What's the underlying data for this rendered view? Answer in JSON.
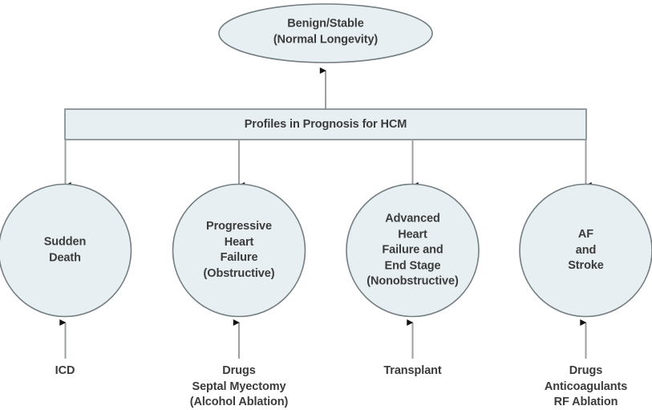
{
  "diagram": {
    "title_node": {
      "name": "benign-stable-ellipse",
      "lines": [
        "Benign/Stable",
        "(Normal Longevity)"
      ],
      "text": "Benign/Stable\n(Normal Longevity)"
    },
    "bar": {
      "name": "profiles-bar",
      "label": "Profiles in Prognosis for HCM"
    },
    "outcomes": [
      {
        "id": "sudden-death",
        "label": "Sudden\nDeath",
        "treatment": "ICD"
      },
      {
        "id": "progressive-heart-failure-obstructive",
        "label": "Progressive\nHeart\nFailure\n(Obstructive)",
        "treatment": "Drugs\nSeptal Myectomy\n(Alcohol Ablation)"
      },
      {
        "id": "advanced-heart-failure-end-stage-nonobstructive",
        "label": "Advanced\nHeart\nFailure and\nEnd Stage\n(Nonobstructive)",
        "treatment": "Transplant"
      },
      {
        "id": "af-and-stroke",
        "label": "AF\nand\nStroke",
        "treatment": "Drugs\nAnticoagulants\nRF Ablation"
      }
    ],
    "colors": {
      "node_fill": "#e8eff2",
      "node_stroke": "#717b80",
      "connector": "#9aa0a3",
      "arrowhead": "#1a1a1a",
      "text": "#3b3b3b",
      "background": "#ffffff"
    }
  }
}
